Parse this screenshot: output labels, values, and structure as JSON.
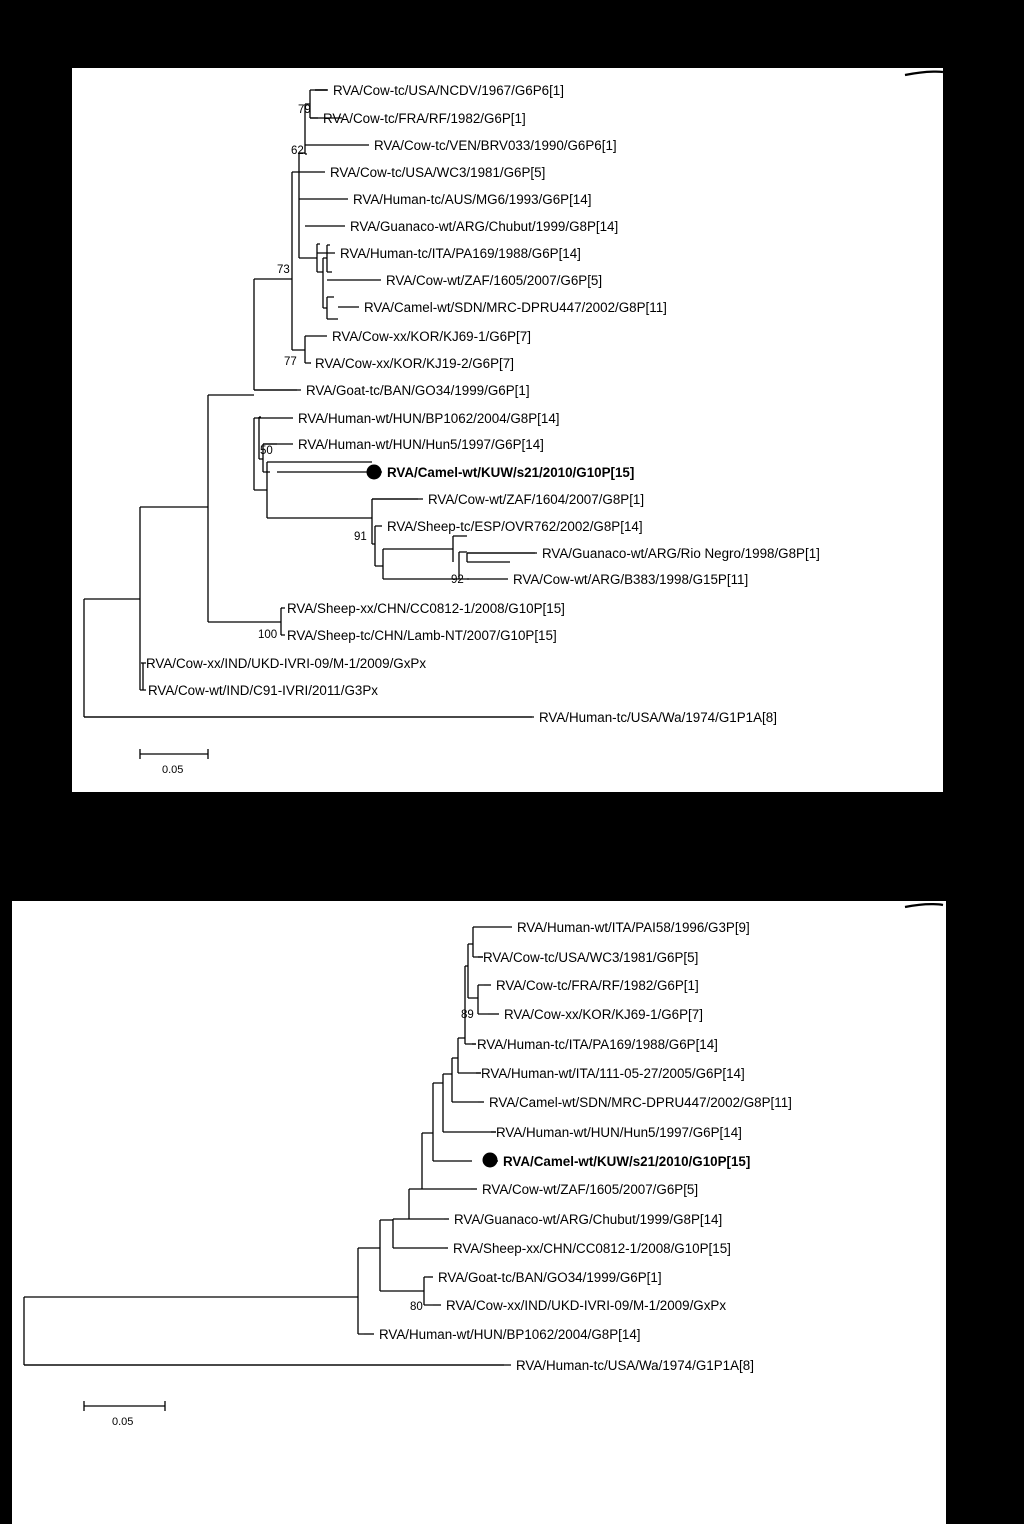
{
  "panel_a": {
    "taxa": [
      "RVA/Cow-tc/USA/NCDV/1967/G6P6[1]",
      "RVA/Cow-tc/FRA/RF/1982/G6P[1]",
      "RVA/Cow-tc/VEN/BRV033/1990/G6P6[1]",
      "RVA/Cow-tc/USA/WC3/1981/G6P[5]",
      "RVA/Human-tc/AUS/MG6/1993/G6P[14]",
      "RVA/Guanaco-wt/ARG/Chubut/1999/G8P[14]",
      "RVA/Human-tc/ITA/PA169/1988/G6P[14]",
      "RVA/Cow-wt/ZAF/1605/2007/G6P[5]",
      "RVA/Camel-wt/SDN/MRC-DPRU447/2002/G8P[11]",
      "RVA/Cow-xx/KOR/KJ69-1/G6P[7]",
      "RVA/Cow-xx/KOR/KJ19-2/G6P[7]",
      "RVA/Goat-tc/BAN/GO34/1999/G6P[1]",
      "RVA/Human-wt/HUN/BP1062/2004/G8P[14]",
      "RVA/Human-wt/HUN/Hun5/1997/G6P[14]",
      "RVA/Camel-wt/KUW/s21/2010/G10P[15]",
      "RVA/Cow-wt/ZAF/1604/2007/G8P[1]",
      "RVA/Sheep-tc/ESP/OVR762/2002/G8P[14]",
      "RVA/Guanaco-wt/ARG/Rio Negro/1998/G8P[1]",
      "RVA/Cow-wt/ARG/B383/1998/G15P[11]",
      "RVA/Sheep-xx/CHN/CC0812-1/2008/G10P[15]",
      "RVA/Sheep-tc/CHN/Lamb-NT/2007/G10P[15]",
      "RVA/Cow-xx/IND/UKD-IVRI-09/M-1/2009/GxPx",
      "RVA/Cow-wt/IND/C91-IVRI/2011/G3Px",
      "RVA/Human-tc/USA/Wa/1974/G1P1A[8]"
    ],
    "bootstrap": [
      "79",
      "62",
      "73",
      "77",
      "50",
      "91",
      "92",
      "100"
    ],
    "scale_label": "0.05"
  },
  "panel_b": {
    "taxa": [
      "RVA/Human-wt/ITA/PAI58/1996/G3P[9]",
      "RVA/Cow-tc/USA/WC3/1981/G6P[5]",
      "RVA/Cow-tc/FRA/RF/1982/G6P[1]",
      "RVA/Cow-xx/KOR/KJ69-1/G6P[7]",
      "RVA/Human-tc/ITA/PA169/1988/G6P[14]",
      "RVA/Human-wt/ITA/111-05-27/2005/G6P[14]",
      "RVA/Camel-wt/SDN/MRC-DPRU447/2002/G8P[11]",
      "RVA/Human-wt/HUN/Hun5/1997/G6P[14]",
      "RVA/Camel-wt/KUW/s21/2010/G10P[15]",
      "RVA/Cow-wt/ZAF/1605/2007/G6P[5]",
      "RVA/Guanaco-wt/ARG/Chubut/1999/G8P[14]",
      "RVA/Sheep-xx/CHN/CC0812-1/2008/G10P[15]",
      "RVA/Goat-tc/BAN/GO34/1999/G6P[1]",
      "RVA/Cow-xx/IND/UKD-IVRI-09/M-1/2009/GxPx",
      "RVA/Human-wt/HUN/BP1062/2004/G8P[14]",
      "RVA/Human-tc/USA/Wa/1974/G1P1A[8]"
    ],
    "bootstrap": [
      "89",
      "80"
    ],
    "scale_label": "0.05"
  }
}
